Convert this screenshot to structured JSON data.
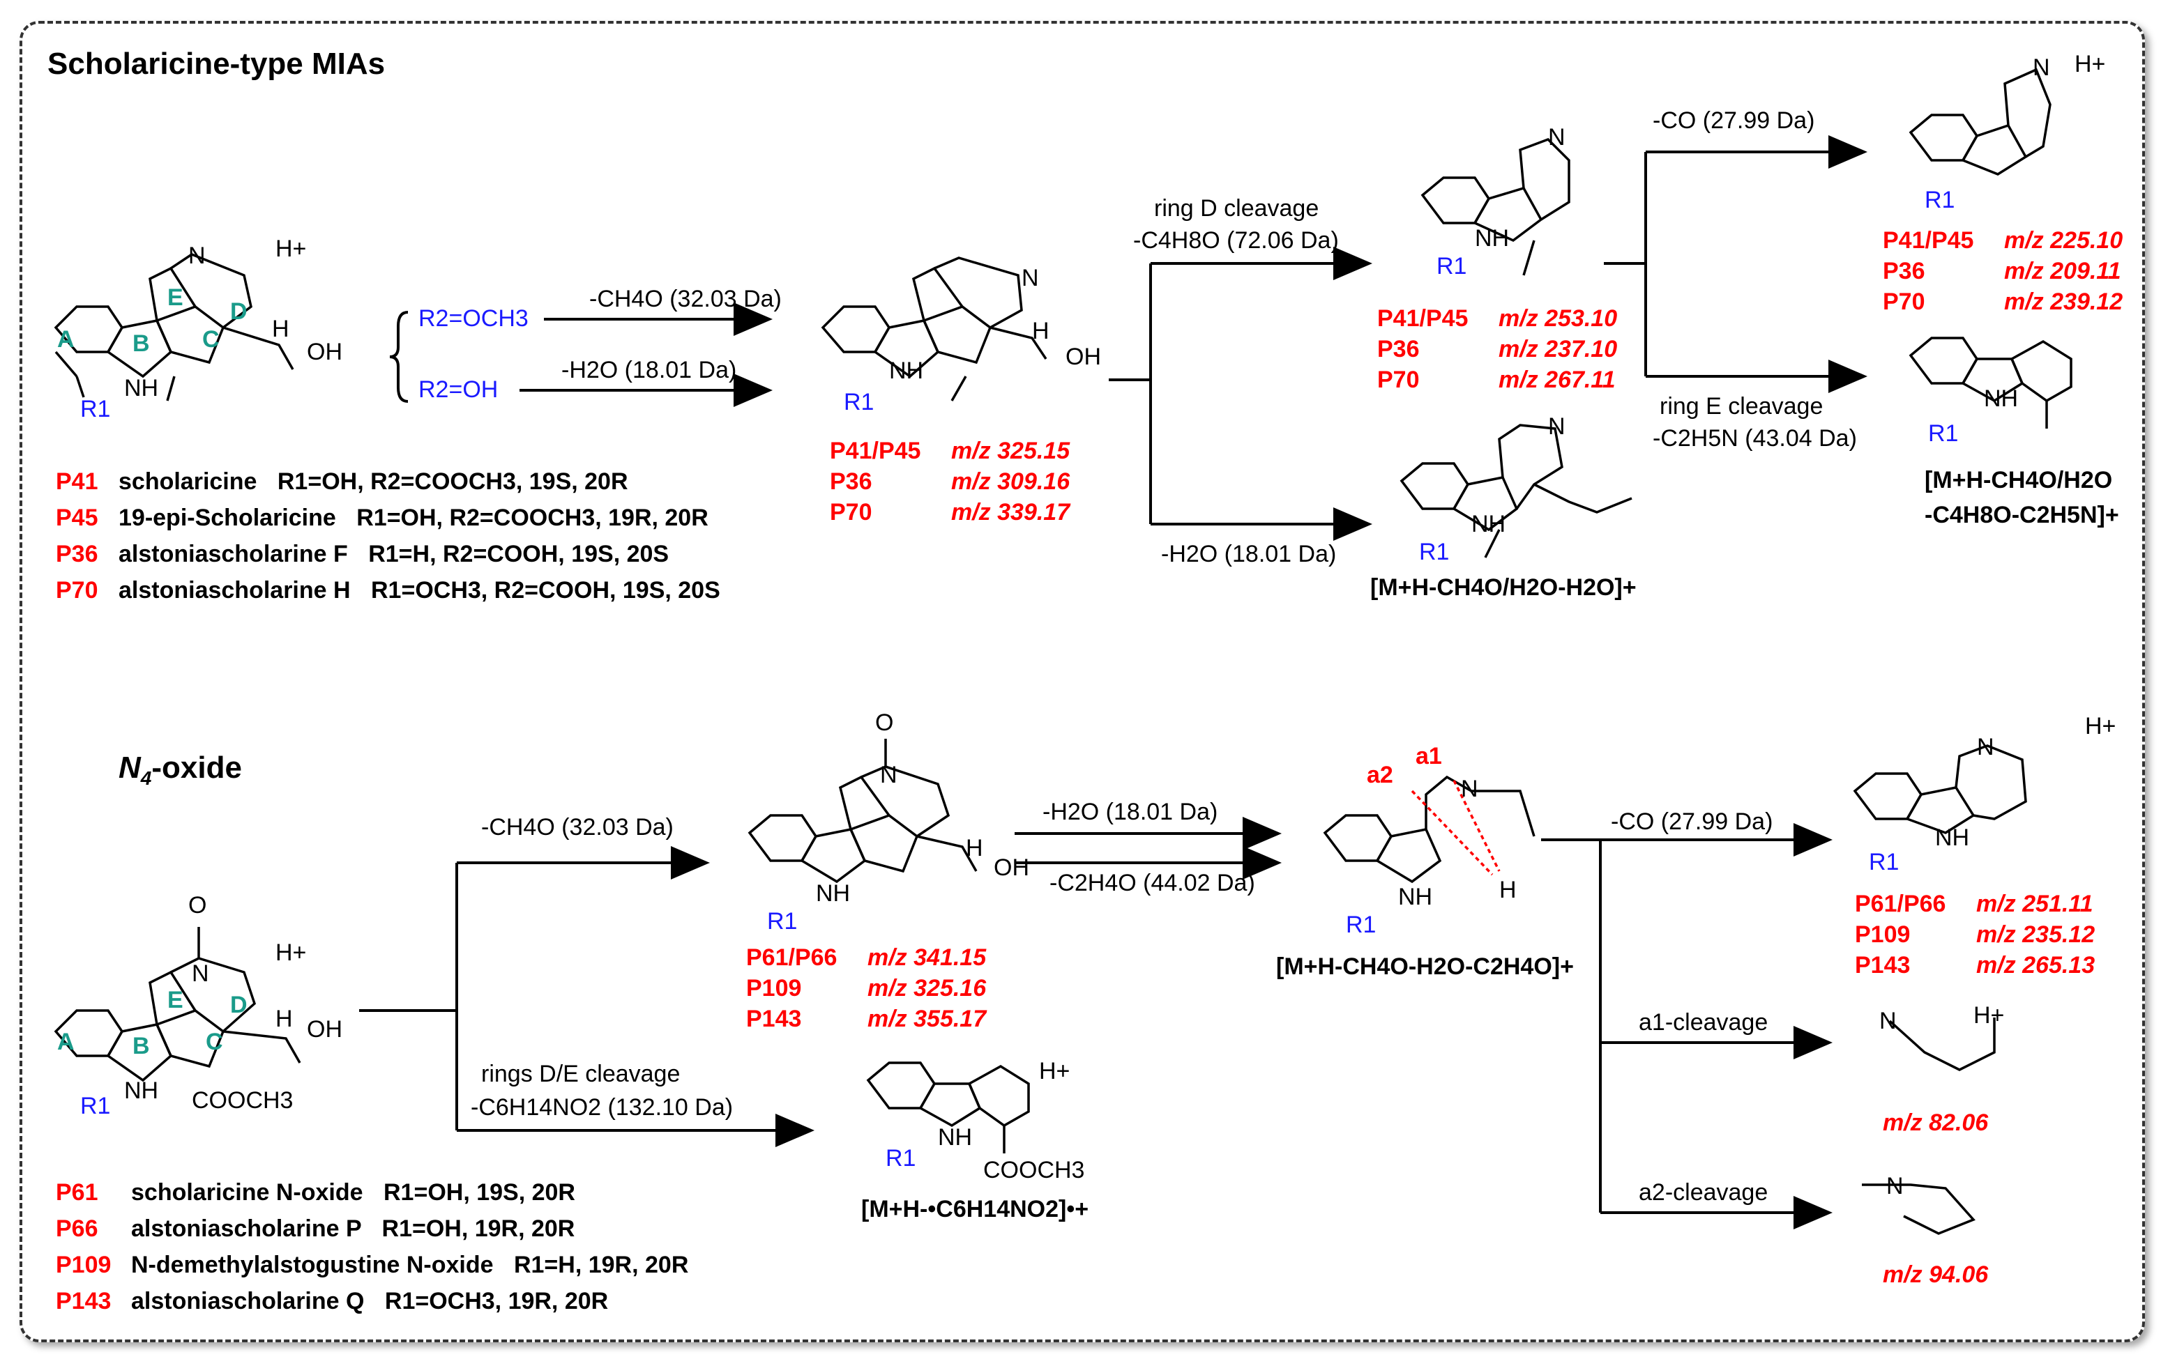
{
  "titles": {
    "section1": "Scholaricine-type MIAs",
    "section2_n": "N",
    "section2_sub": "4",
    "section2_rest": "-oxide"
  },
  "arrows": {
    "ch4o_top": "-CH4O (32.03 Da)",
    "h2o_top": "-H2O (18.01 Da)",
    "ringD": "ring D cleavage",
    "c4h8o": "-C4H8O (72.06 Da)",
    "h2o_mid": "-H2O (18.01 Da)",
    "co_top": "-CO (27.99 Da)",
    "ringE": "ring E cleavage",
    "c2h5n": "-C2H5N (43.04 Da)",
    "ch4o_bottom": "-CH4O (32.03 Da)",
    "h2o_bottom": "-H2O (18.01 Da)",
    "c2h4o": "-C2H4O (44.02 Da)",
    "co_bottom": "-CO (27.99 Da)",
    "a1": "a1-cleavage",
    "a2": "a2-cleavage",
    "ringsDE": "rings D/E cleavage",
    "c6h14no2": "-C6H14NO2 (132.10 Da)"
  },
  "substituents": {
    "r2_och3": "R2=OCH3",
    "r2_oh": "R2=OH"
  },
  "mz_groups": {
    "g325": [
      {
        "id": "P41/P45",
        "mz": "m/z 325.15"
      },
      {
        "id": "P36",
        "mz": "m/z 309.16"
      },
      {
        "id": "P70",
        "mz": "m/z 339.17"
      }
    ],
    "g253": [
      {
        "id": "P41/P45",
        "mz": "m/z 253.10"
      },
      {
        "id": "P36",
        "mz": "m/z 237.10"
      },
      {
        "id": "P70",
        "mz": "m/z 267.11"
      }
    ],
    "g225": [
      {
        "id": "P41/P45",
        "mz": "m/z 225.10"
      },
      {
        "id": "P36",
        "mz": "m/z 209.11"
      },
      {
        "id": "P70",
        "mz": "m/z 239.12"
      }
    ],
    "g341": [
      {
        "id": "P61/P66",
        "mz": "m/z 341.15"
      },
      {
        "id": "P109",
        "mz": "m/z 325.16"
      },
      {
        "id": "P143",
        "mz": "m/z 355.17"
      }
    ],
    "g251": [
      {
        "id": "P61/P66",
        "mz": "m/z 251.11"
      },
      {
        "id": "P109",
        "mz": "m/z 235.12"
      },
      {
        "id": "P143",
        "mz": "m/z 265.13"
      }
    ],
    "single82": "m/z 82.06",
    "single94": "m/z 94.06"
  },
  "ion_labels": {
    "ion_a": "[M+H-CH4O/H2O-H2O]+",
    "ion_b": "[M+H-CH4O/H2O",
    "ion_b2": "-C4H8O-C2H5N]+",
    "ion_c": "[M+H-CH4O-H2O-C2H4O]+",
    "ion_d": "[M+H-•C6H14NO2]•+"
  },
  "compounds_top": [
    {
      "code": "P41",
      "name": "scholaricine",
      "subst": "R1=OH, R2=COOCH3, 19S, 20R"
    },
    {
      "code": "P45",
      "name": "19-epi-Scholaricine",
      "subst": "R1=OH, R2=COOCH3, 19R, 20R"
    },
    {
      "code": "P36",
      "name": "alstoniascholarine F",
      "subst": "R1=H, R2=COOH, 19S, 20S"
    },
    {
      "code": "P70",
      "name": "alstoniascholarine H",
      "subst": "R1=OCH3, R2=COOH, 19S, 20S"
    }
  ],
  "compounds_bottom": [
    {
      "code": "P61",
      "name": "scholaricine N-oxide",
      "subst": "R1=OH, 19S, 20R"
    },
    {
      "code": "P66",
      "name": "alstoniascholarine P",
      "subst": "R1=OH, 19R, 20R"
    },
    {
      "code": "P109",
      "name": "N-demethylalstogustine N-oxide",
      "subst": "R1=H, 19R, 20R"
    },
    {
      "code": "P143",
      "name": "alstoniascholarine Q",
      "subst": "R1=OCH3, 19R, 20R"
    }
  ],
  "atoms": {
    "R1": "R1",
    "NH": "NH",
    "N": "N",
    "H": "H",
    "OH": "OH",
    "Hplus": "H+",
    "O": "O",
    "cooch3": "COOCH3",
    "ring_A": "A",
    "ring_B": "B",
    "ring_C": "C",
    "ring_D": "D",
    "ring_E": "E",
    "a1": "a1",
    "a2": "a2"
  },
  "colors": {
    "red": "#ff0000",
    "blue": "#1a1aff",
    "teal": "#1a9b8a",
    "line": "#000000"
  }
}
